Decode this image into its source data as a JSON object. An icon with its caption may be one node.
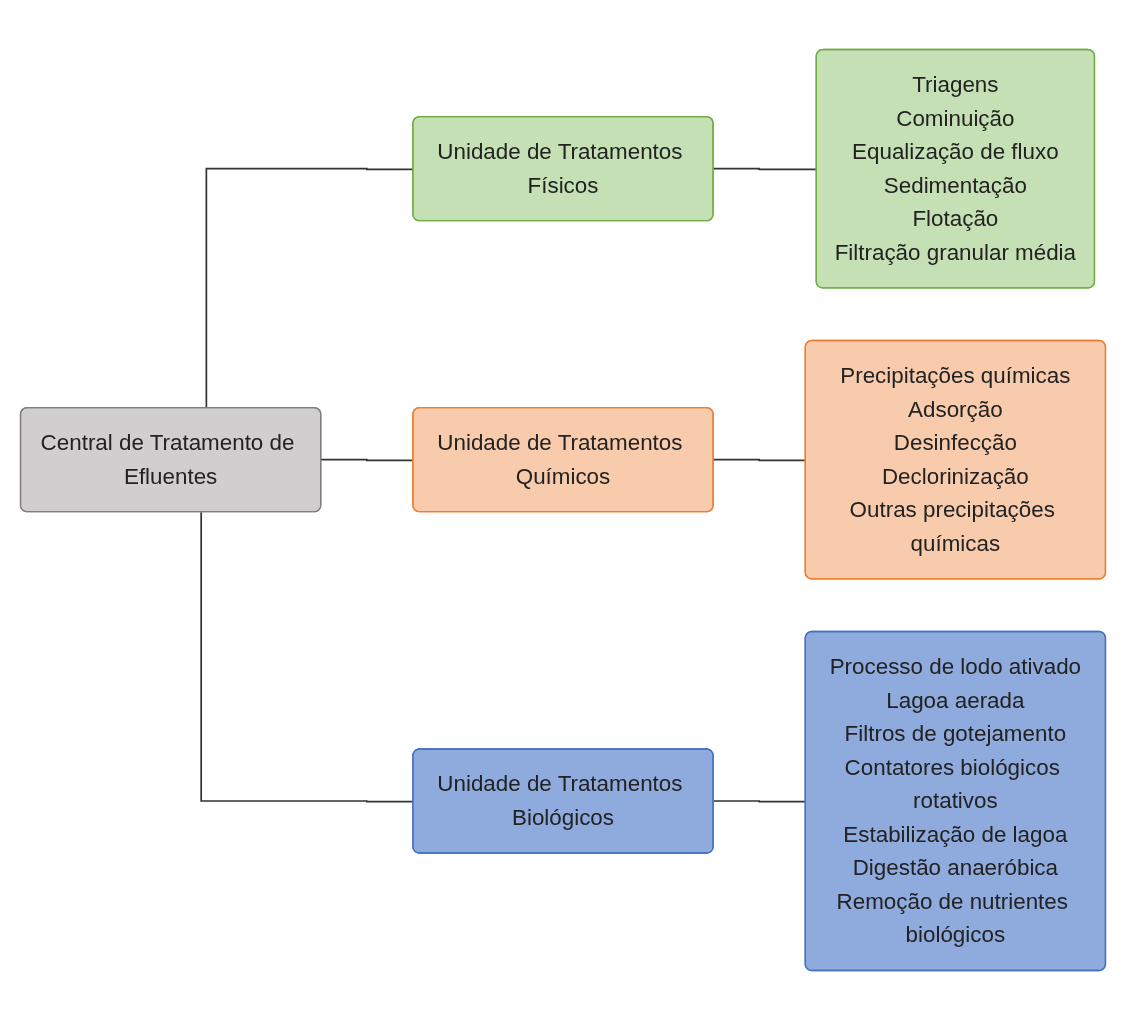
{
  "diagram": {
    "nodes": [
      {
        "text": [
          "Central de Tratamento de Efluentes"
        ]
      },
      {
        "text": [
          "Unidade de Tratamentos Físicos"
        ]
      },
      {
        "text": [
          "Triagens",
          "Cominuição",
          "Equalização de fluxo",
          "Sedimentação",
          "Flotação",
          "Filtração granular média"
        ]
      },
      {
        "text": [
          "Unidade de Tratamentos Químicos"
        ]
      },
      {
        "text": [
          "Precipitações químicas",
          "Adsorção",
          "Desinfecção",
          "Declorinização",
          "Outras precipitações químicas"
        ]
      },
      {
        "text": [
          "Unidade de Tratamentos Biológicos"
        ]
      },
      {
        "text": [
          "Processo de lodo ativado",
          "Lagoa aerada",
          "Filtros de gotejamento",
          "Contatores biológicos rotativos",
          "Estabilização de lagoa",
          "Digestão anaeróbica",
          "Remoção de nutrientes biológicos"
        ]
      }
    ],
    "edges": [
      {
        "from": 0,
        "to": 1,
        "arrow": "none"
      },
      {
        "from": 0,
        "to": 3,
        "arrow": "none"
      },
      {
        "from": 0,
        "to": 5,
        "arrow": "none"
      },
      {
        "from": 1,
        "to": 2,
        "arrow": "none"
      },
      {
        "from": 3,
        "to": 4,
        "arrow": "none"
      },
      {
        "from": 5,
        "to": 6,
        "arrow": "none"
      }
    ]
  }
}
